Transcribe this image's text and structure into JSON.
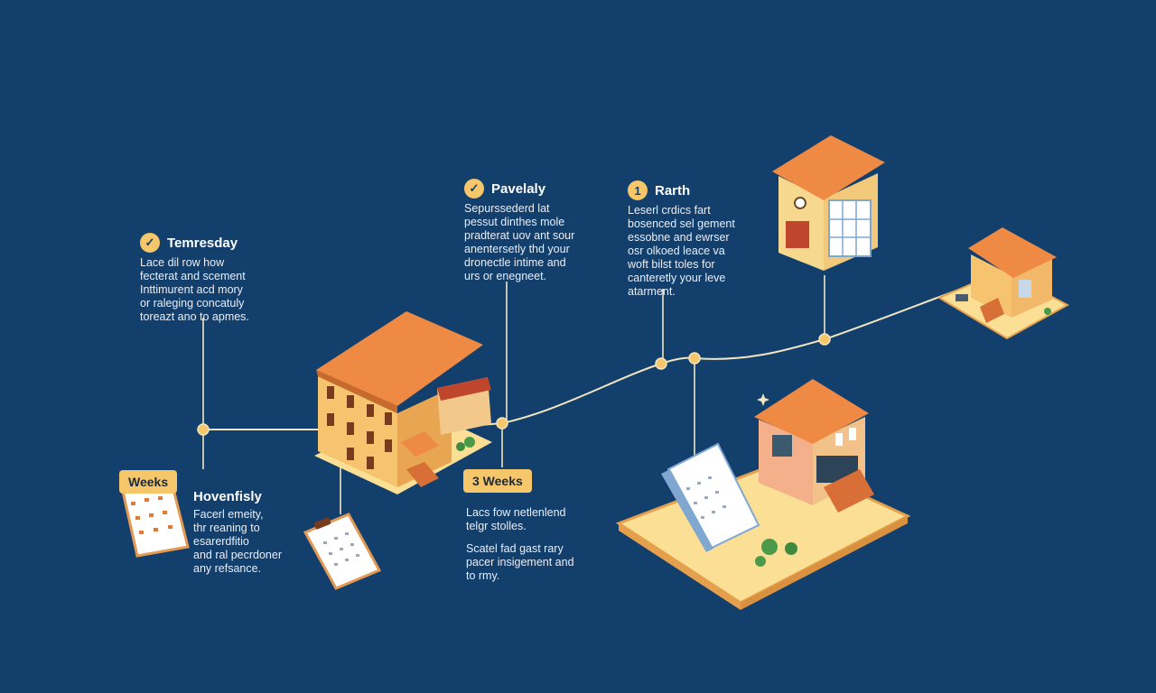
{
  "steps": {
    "tuesday": {
      "heading": "Temresday",
      "lines": [
        "Lace dil row how",
        "fecterat and scement",
        "Inttimurent acd mory",
        "or raleging concatuly",
        "toreazt ano to apmes."
      ]
    },
    "paviely": {
      "heading": "Pavelaly",
      "lines": [
        "Sepurssederd lat",
        "pessut dinthes mole",
        "pradterat uov ant sour",
        "anentersetly thd your",
        "dronectle intime and",
        "urs or enegneet."
      ]
    },
    "rarth": {
      "badge": "1",
      "heading": "Rarth",
      "lines": [
        "Leserl crdics fart",
        "bosenced sel gement",
        "essobne and ewrser",
        "osr olkoed leace va",
        "woft bilst toles for",
        "canteretly your leve",
        "atarment."
      ]
    },
    "weeks": {
      "tag": "Weeks",
      "heading": "Hovenfisly",
      "lines": [
        "Facerl emeity,",
        "thr reaning to",
        "esarerdfitio",
        "and ral pecrdoner",
        "any refsance."
      ]
    },
    "three_weeks": {
      "tag": "3 Weeks",
      "lines_a": [
        "Lacs fow netlenlend",
        "telgr stolles."
      ],
      "lines_b": [
        "Scatel fad gast rary",
        "pacer insigement and",
        "to rmy."
      ]
    }
  },
  "colors": {
    "background": "#133f6c",
    "accent": "#f5c66a",
    "roof": "#ef8a45",
    "wall": "#f6c46e",
    "ground": "#fbdf95",
    "line": "#f2e6c0"
  },
  "icons": [
    "check-icon",
    "calendar-icon",
    "clipboard-icon",
    "building-icon",
    "house-icon"
  ]
}
